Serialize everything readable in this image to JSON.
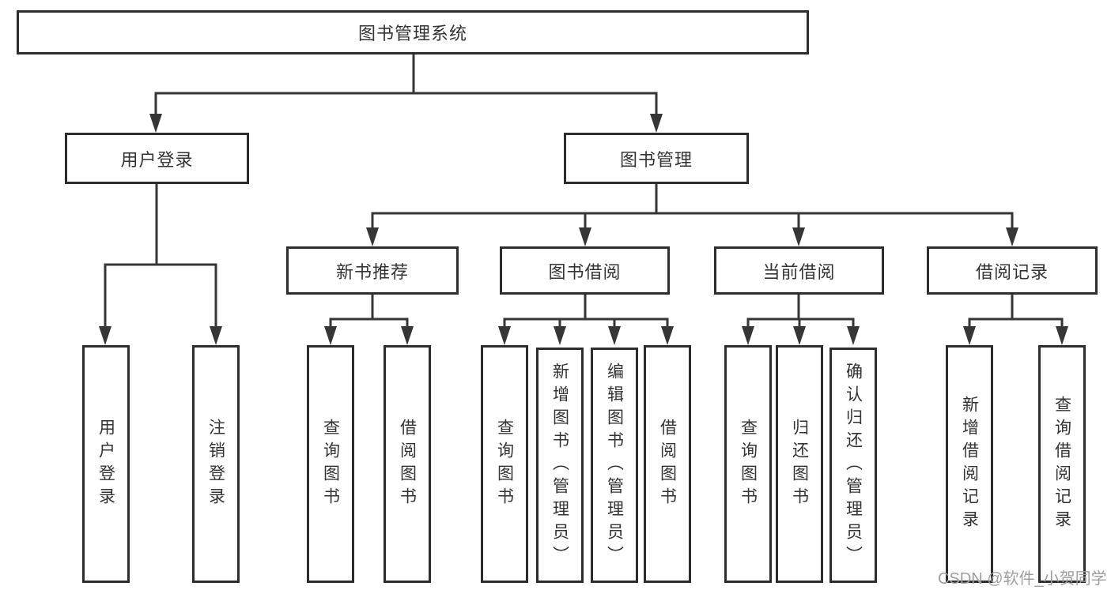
{
  "diagram": {
    "root": {
      "label": "图书管理系统"
    },
    "branches": [
      {
        "label": "用户登录",
        "children": [
          {
            "label": "用户登录"
          },
          {
            "label": "注销登录"
          }
        ]
      },
      {
        "label": "图书管理",
        "groups": [
          {
            "label": "新书推荐",
            "children": [
              {
                "label": "查询图书"
              },
              {
                "label": "借阅图书"
              }
            ]
          },
          {
            "label": "图书借阅",
            "children": [
              {
                "label": "查询图书"
              },
              {
                "label": "新增图书（管理员）"
              },
              {
                "label": "编辑图书（管理员）"
              },
              {
                "label": "借阅图书"
              }
            ]
          },
          {
            "label": "当前借阅",
            "children": [
              {
                "label": "查询图书"
              },
              {
                "label": "归还图书"
              },
              {
                "label": "确认归还（管理员）"
              }
            ]
          },
          {
            "label": "借阅记录",
            "children": [
              {
                "label": "新增借阅记录"
              },
              {
                "label": "查询借阅记录"
              }
            ]
          }
        ]
      }
    ]
  },
  "watermark": {
    "text": "CSDN @软件_小贺同学"
  },
  "colors": {
    "background": "#ffffff",
    "box_border": "#2d2d2d",
    "line": "#363636",
    "text": "#333333",
    "watermark": "#9e9e9e"
  }
}
